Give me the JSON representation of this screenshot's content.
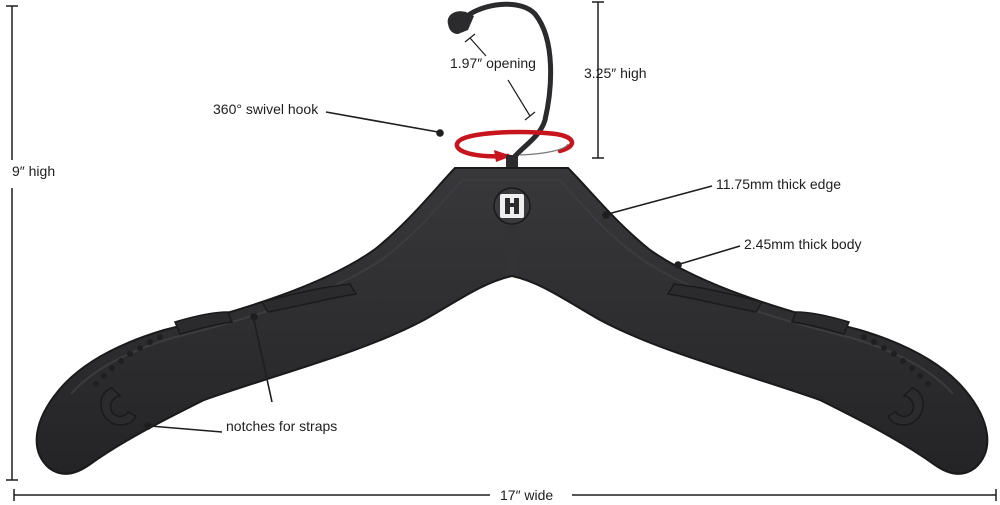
{
  "labels": {
    "total_height": "9″ high",
    "hook_height": "3.25″ high",
    "hook_opening": "1.97″ opening",
    "swivel": "360° swivel hook",
    "edge": "11.75mm thick edge",
    "body": "2.45mm thick body",
    "notches": "notches for straps",
    "width": "17″ wide"
  },
  "colors": {
    "hanger": "#2b2b2d",
    "hanger_edge": "#1a1a1b",
    "hanger_highlight": "#3a3a3d",
    "swivel_arrow": "#c8141c",
    "line": "#1e1e1e",
    "text": "#1e1e1e"
  },
  "icons": {
    "logo": "hanger-logo-icon",
    "swivel": "rotation-arrow-icon"
  }
}
